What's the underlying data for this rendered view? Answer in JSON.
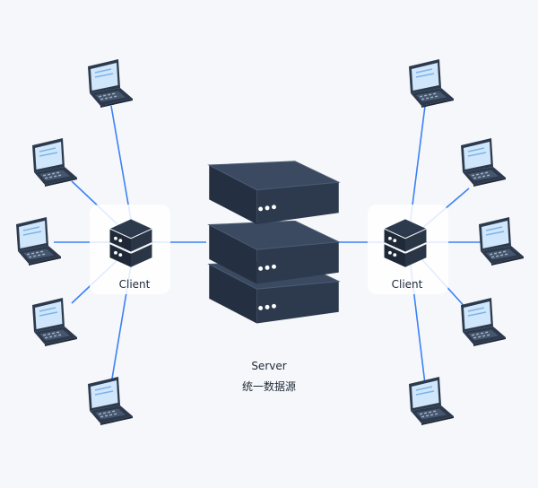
{
  "diagram": {
    "server": {
      "label": "Server",
      "sublabel": "统一数据源"
    },
    "clients": [
      {
        "label": "Client"
      },
      {
        "label": "Client"
      }
    ]
  },
  "colors": {
    "background": "#f5f7fa",
    "server_dark": "#2d3a4d",
    "server_top": "#3b4a60",
    "link_line": "#3b82f6",
    "laptop_screen": "#cfe6fb",
    "laptop_body": "#2d3a4d"
  },
  "icons": [
    "server-rack-icon",
    "client-node-icon",
    "laptop-icon"
  ]
}
